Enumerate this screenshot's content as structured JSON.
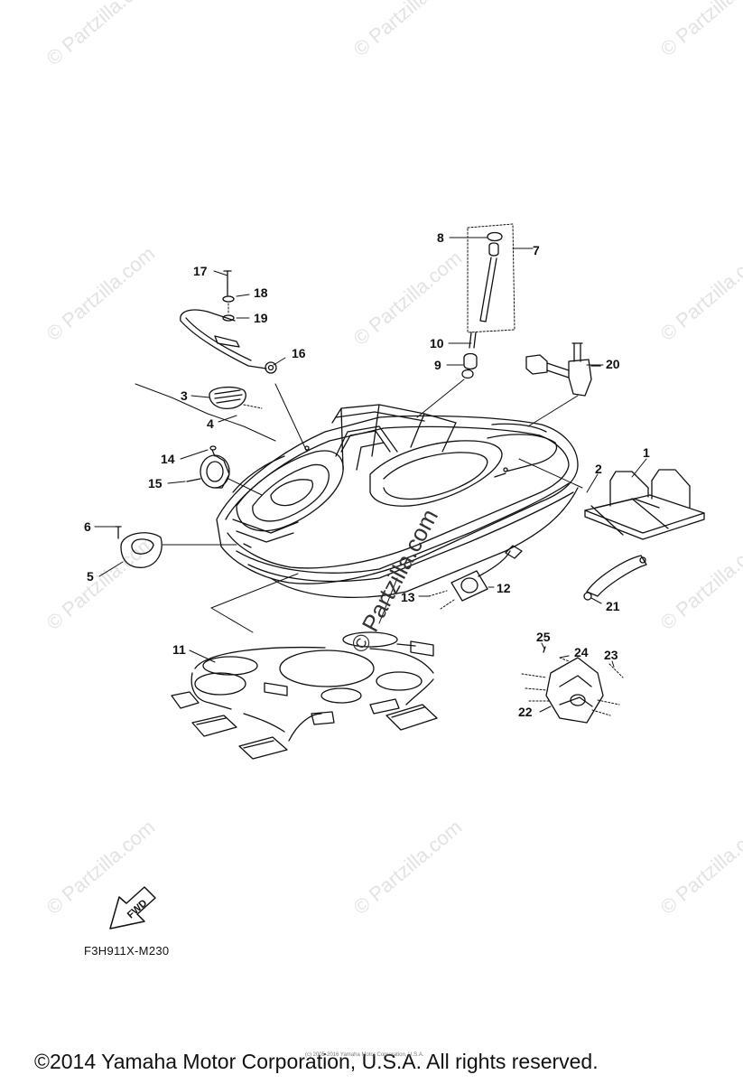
{
  "watermark": {
    "text": "© Partzilla.com"
  },
  "center_watermark": "© Partzilla.com",
  "callouts": [
    "1",
    "2",
    "3",
    "4",
    "5",
    "6",
    "7",
    "8",
    "9",
    "10",
    "11",
    "12",
    "13",
    "14",
    "15",
    "16",
    "17",
    "18",
    "19",
    "20",
    "21",
    "22",
    "23",
    "24",
    "25"
  ],
  "fwd_label": "FWD",
  "drawing_code": "F3H911X-M230",
  "copyright": "©2014 Yamaha Motor Corporation, U.S.A. All rights reserved.",
  "copyright_small": "(c) 2005-2016 Yamaha Motor Corporation, U.S.A."
}
